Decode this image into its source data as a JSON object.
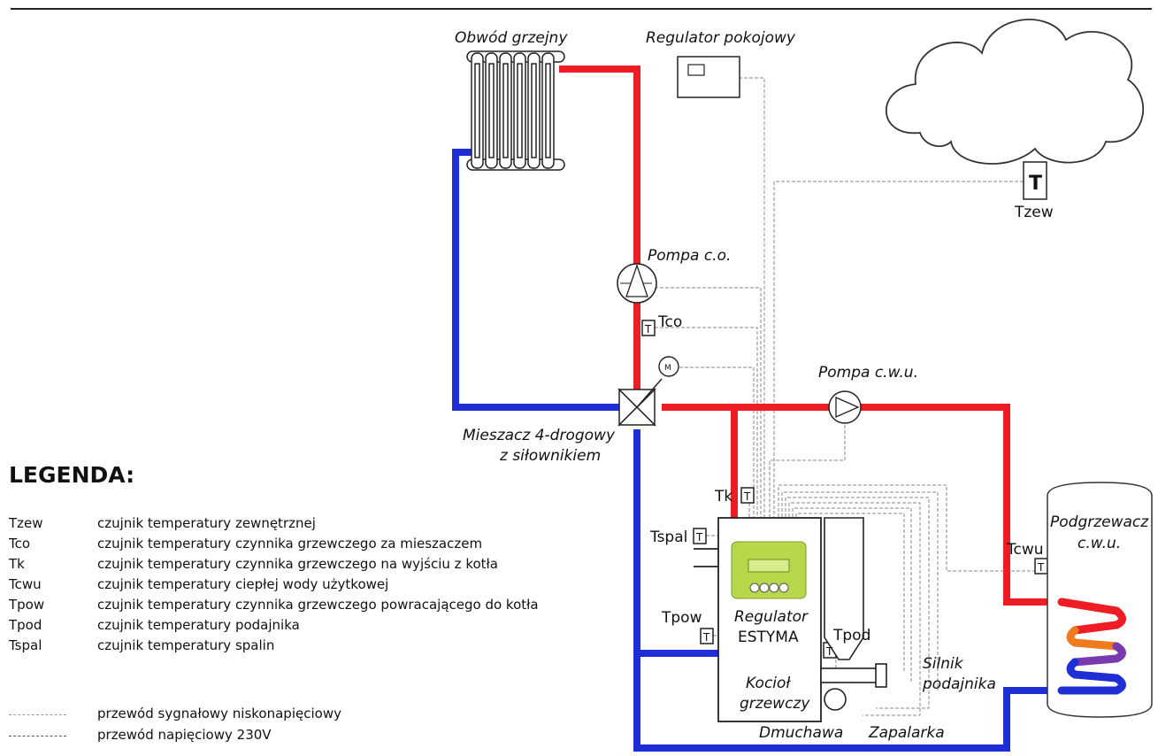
{
  "labels": {
    "obwod_grzejny": "Obwód grzejny",
    "regulator_pokojowy": "Regulator pokojowy",
    "pompa_co": "Pompa c.o.",
    "pompa_cwu": "Pompa c.w.u.",
    "mieszacz_line1": "Mieszacz 4-drogowy",
    "mieszacz_line2": "z siłownikiem",
    "regulator_line1": "Regulator",
    "regulator_line2": "ESTYMA",
    "kociol_line1": "Kocioł",
    "kociol_line2": "grzewczy",
    "podgrzewacz_line1": "Podgrzewacz",
    "podgrzewacz_line2": "c.w.u.",
    "silnik_line1": "Silnik",
    "silnik_line2": "podajnika",
    "dmuchawa": "Dmuchawa",
    "zapalarka": "Zapalarka",
    "motor_symbol": "M",
    "sensor_symbol": "T"
  },
  "sensors": {
    "tzew": "Tzew",
    "tco": "Tco",
    "tk": "Tk",
    "tspal": "Tspal",
    "tpow": "Tpow",
    "tpod": "Tpod",
    "tcwu": "Tcwu"
  },
  "legend": {
    "title": "LEGENDA:",
    "items": [
      {
        "code": "Tzew",
        "desc": "czujnik temperatury zewnętrznej"
      },
      {
        "code": "Tco",
        "desc": "czujnik temperatury czynnika grzewczego za mieszaczem"
      },
      {
        "code": "Tk",
        "desc": "czujnik temperatury czynnika grzewczego na wyjściu z kotła"
      },
      {
        "code": "Tcwu",
        "desc": "czujnik temperatury ciepłej wody użytkowej"
      },
      {
        "code": "Tpow",
        "desc": "czujnik temperatury czynnika grzewczego powracającego do kotła"
      },
      {
        "code": "Tpod",
        "desc": "czujnik temperatury podajnika"
      },
      {
        "code": "Tspal",
        "desc": "czujnik temperatury spalin"
      }
    ],
    "lines": [
      {
        "desc": "przewód sygnałowy niskonapięciowy"
      },
      {
        "desc": "przewód napięciowy 230V"
      }
    ]
  },
  "colors": {
    "hot_pipe": "#ee1c25",
    "cold_pipe": "#1f2fd6",
    "coil_orange": "#f07a20",
    "panel_green": "#b6d84a",
    "wire": "#8a8a8a",
    "stroke": "#222222"
  }
}
